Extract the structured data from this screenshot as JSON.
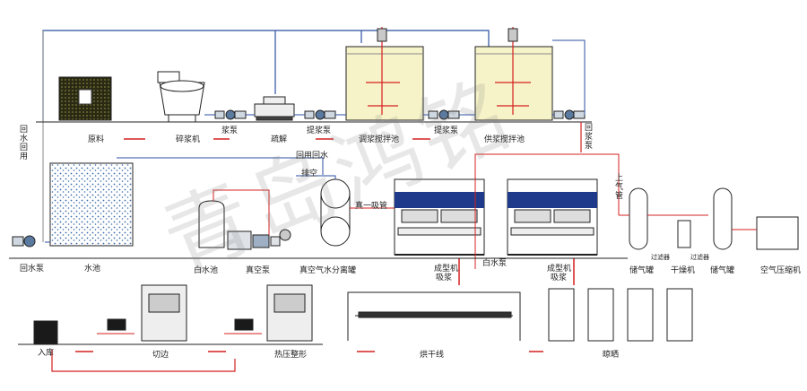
{
  "watermark": "青岛鸿铭",
  "colors": {
    "line": "#1a1a1a",
    "pipe_blue": "#2b4fa0",
    "pipe_red": "#d42020",
    "water": "#3c6aa8",
    "pulp": "#f7f3c8",
    "mold": "#1f3a8a"
  },
  "labels": {
    "raw_material": "原料",
    "pulper": "碎浆机",
    "pump1": "浆泵",
    "refiner": "疏解",
    "pump2": "提浆泵",
    "pulp_tank1": "调浆搅拌池",
    "pump3": "提浆泵",
    "pulp_tank2": "供浆搅拌池",
    "return_water_left": "回水回用",
    "return_water_top": "回用回水",
    "water_pool": "水池",
    "return_pump": "回水泵",
    "water_tank": "白水池",
    "vacuum_pump": "真空泵",
    "separator": "真空气水分离罐",
    "wet_pipe": "真一吸管",
    "vent": "排空",
    "forming1": "成型机",
    "forming1b": "吸浆",
    "water_sep": "白水泵",
    "forming2": "成型机",
    "forming2b": "吸浆",
    "supply_right": "回浆泵",
    "upper_air": "上气管",
    "air_tank1": "储气罐",
    "dryer_machine": "干燥机",
    "air_tank2": "储气罐",
    "air_compressor": "空气压缩机",
    "filter1": "过滤器",
    "filter2": "过滤器",
    "packing": "入库",
    "trimming": "切边",
    "hot_press": "热压整形",
    "dryer_line": "烘干线",
    "drying_rack": "晾晒"
  }
}
